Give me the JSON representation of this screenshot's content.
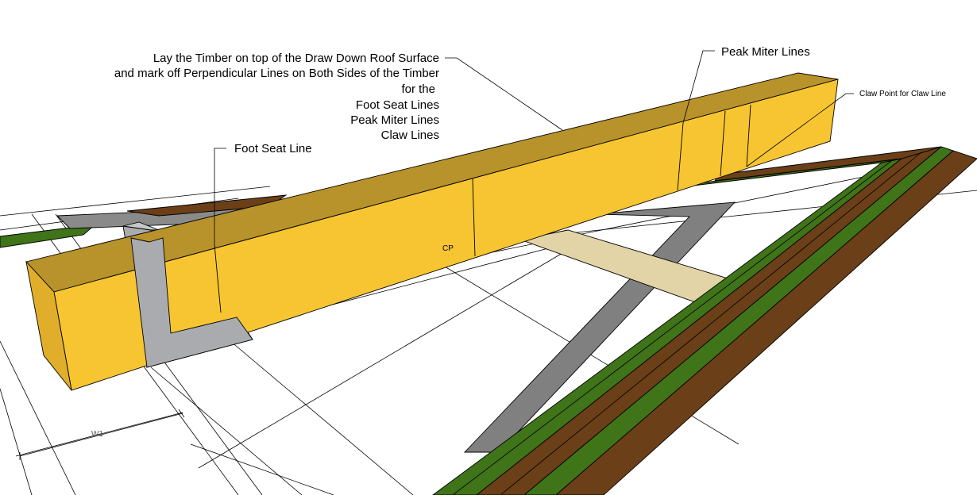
{
  "diagram": {
    "instructions": {
      "lines": [
        "Lay the Timber on top of the Draw Down Roof Surface",
        "and mark off Perpendicular Lines on Both Sides of the Timber",
        "for the",
        "Foot Seat Lines",
        "Peak Miter Lines",
        "Claw Lines"
      ]
    },
    "labels": {
      "foot_seat_line": "Foot Seat Line",
      "peak_miter_lines": "Peak Miter Lines",
      "claw_point": "Claw Point for Claw Line",
      "cp": "CP",
      "w1": "W1"
    },
    "colors": {
      "timber_front": "#F6C531",
      "timber_top": "#B8922A",
      "timber_end": "#E0AE2A",
      "roof_green": "#3F7419",
      "roof_brown": "#6B3F17",
      "square_gray": "#A9ABAE",
      "band_gray": "#808080",
      "band_tan": "#E2D4A6"
    }
  }
}
